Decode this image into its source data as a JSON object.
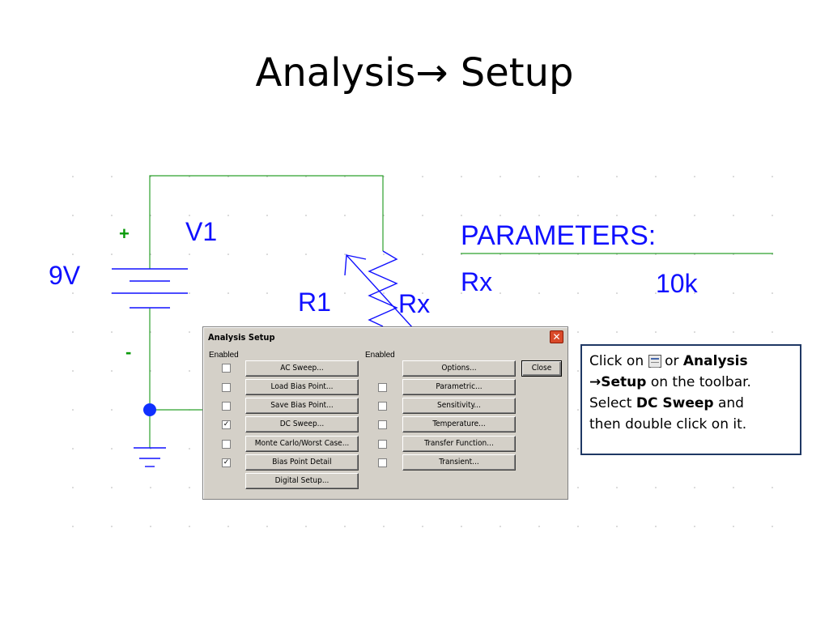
{
  "slide": {
    "title": "Analysis→ Setup"
  },
  "schematic": {
    "source_name": "V1",
    "source_value": "9V",
    "plus_sign": "+",
    "minus_sign": "-",
    "resistor_name": "R1",
    "resistor_value": "Rx",
    "params_heading": "PARAMETERS:",
    "param_name": "Rx",
    "param_value": "10k",
    "wire_color": "#2ca02c",
    "label_color": "#1010ff"
  },
  "dialog": {
    "title": "Analysis Setup",
    "close_glyph": "✕",
    "left_header": "Enabled",
    "right_header": "Enabled",
    "left_items": [
      {
        "label": "AC Sweep...",
        "checked": false,
        "mark": ""
      },
      {
        "label": "Load Bias Point...",
        "checked": false,
        "mark": ""
      },
      {
        "label": "Save Bias Point...",
        "checked": false,
        "mark": ""
      },
      {
        "label": "DC Sweep...",
        "checked": true,
        "mark": "✓"
      },
      {
        "label": "Monte Carlo/Worst Case...",
        "checked": false,
        "mark": ""
      },
      {
        "label": "Bias Point Detail",
        "checked": true,
        "mark": "✓"
      },
      {
        "label": "Digital Setup..."
      }
    ],
    "right_items": [
      {
        "label": "Options..."
      },
      {
        "label": "Parametric...",
        "checked": false,
        "mark": ""
      },
      {
        "label": "Sensitivity...",
        "checked": false,
        "mark": ""
      },
      {
        "label": "Temperature...",
        "checked": false,
        "mark": ""
      },
      {
        "label": "Transfer Function...",
        "checked": false,
        "mark": ""
      },
      {
        "label": "Transient...",
        "checked": false,
        "mark": ""
      }
    ],
    "close_button": "Close"
  },
  "callout": {
    "part1": "Click on",
    "icon": "analysis-setup-toolbar-icon",
    "part2": "or",
    "bold1": "Analysis",
    "bold2": "→Setup",
    "part3": "on the toolbar.",
    "part4": "Select",
    "bold3": "DC Sweep",
    "part5": "and",
    "part6": "then double click on it."
  }
}
